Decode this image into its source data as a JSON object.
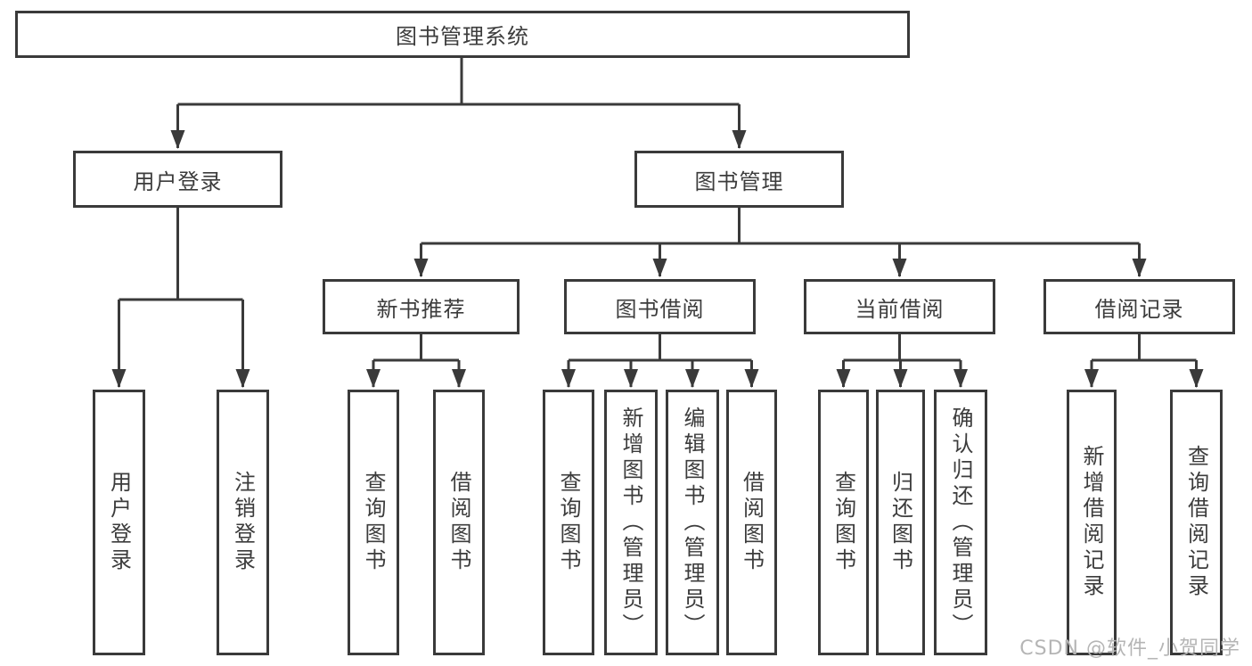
{
  "diagram": {
    "type": "hierarchy-tree",
    "levels": 4,
    "nodes": {
      "root": {
        "label": "图书管理系统"
      },
      "user_login": {
        "label": "用户登录"
      },
      "book_management": {
        "label": "图书管理"
      },
      "new_book_recommend": {
        "label": "新书推荐"
      },
      "book_borrowing": {
        "label": "图书借阅"
      },
      "current_borrowing": {
        "label": "当前借阅"
      },
      "borrowing_records": {
        "label": "借阅记录"
      },
      "leaves": {
        "user_login": {
          "label": "用户登录"
        },
        "logout": {
          "label": "注销登录"
        },
        "query_books_recommend": {
          "label": "查询图书"
        },
        "borrow_books_recommend": {
          "label": "借阅图书"
        },
        "query_books_borrowing": {
          "label": "查询图书"
        },
        "add_books_admin": {
          "label": "新增图书（管理员）"
        },
        "edit_books_admin": {
          "label": "编辑图书（管理员）"
        },
        "borrow_books_borrowing": {
          "label": "借阅图书"
        },
        "query_books_current": {
          "label": "查询图书"
        },
        "return_books": {
          "label": "归还图书"
        },
        "confirm_return_admin": {
          "label": "确认归还（管理员）"
        },
        "add_borrow_record": {
          "label": "新增借阅记录"
        },
        "query_borrow_record": {
          "label": "查询借阅记录"
        }
      }
    }
  },
  "watermark": {
    "text": "CSDN @软件_小贺同学"
  },
  "colors": {
    "line": "#3a3a3a",
    "text": "#3c3c3c",
    "box_background": "#ffffff",
    "page_background": "#ffffff",
    "watermark_text": "#b5b5b5"
  }
}
